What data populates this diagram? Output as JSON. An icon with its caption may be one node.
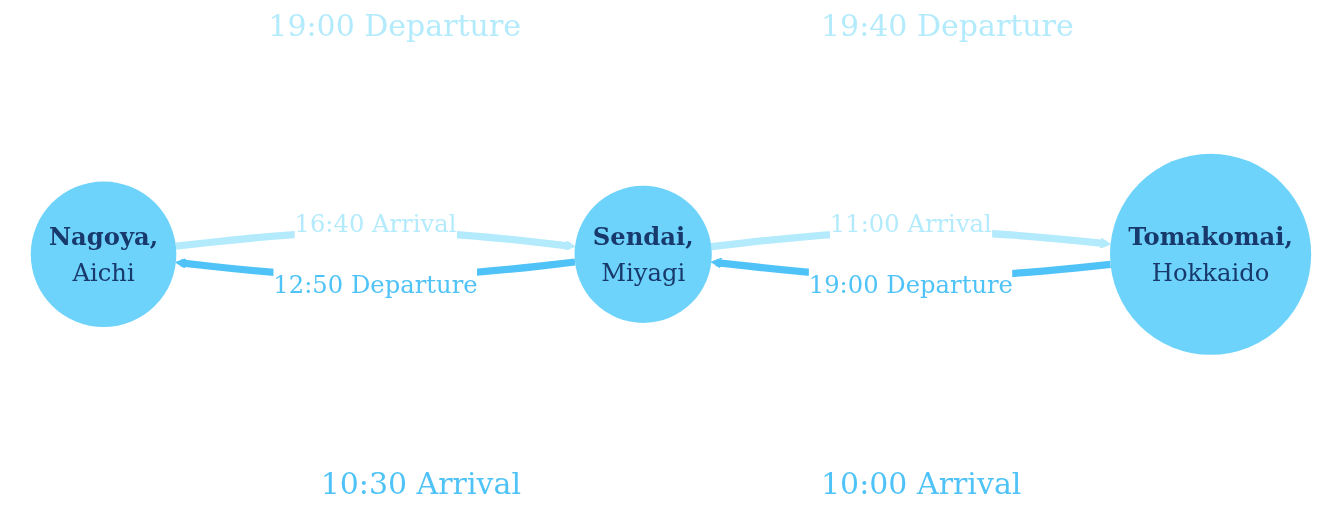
{
  "diagram": {
    "nodes": [
      {
        "text": [
          "Nagoya,",
          "Aichi"
        ]
      },
      {
        "text": [
          "Sendai,",
          "Miyagi"
        ]
      },
      {
        "text": [
          "Tomakomai,",
          "Hokkaido"
        ]
      }
    ],
    "edges": [
      {
        "from": 0,
        "to": 1,
        "arrow": "to",
        "label": "16:40 Arrival",
        "color": "#b3ebfd"
      },
      {
        "from": 1,
        "to": 0,
        "arrow": "to",
        "label": "12:50 Departure",
        "color": "#4fc3f7"
      },
      {
        "from": 1,
        "to": 2,
        "arrow": "to",
        "label": "11:00 Arrival",
        "color": "#b3ebfd"
      },
      {
        "from": 2,
        "to": 1,
        "arrow": "to",
        "label": "19:00 Departure",
        "color": "#4fc3f7"
      }
    ],
    "labels": [
      "19:00 Departure",
      "19:40 Departure",
      "10:30 Arrival",
      "10:00 Arrival"
    ]
  }
}
